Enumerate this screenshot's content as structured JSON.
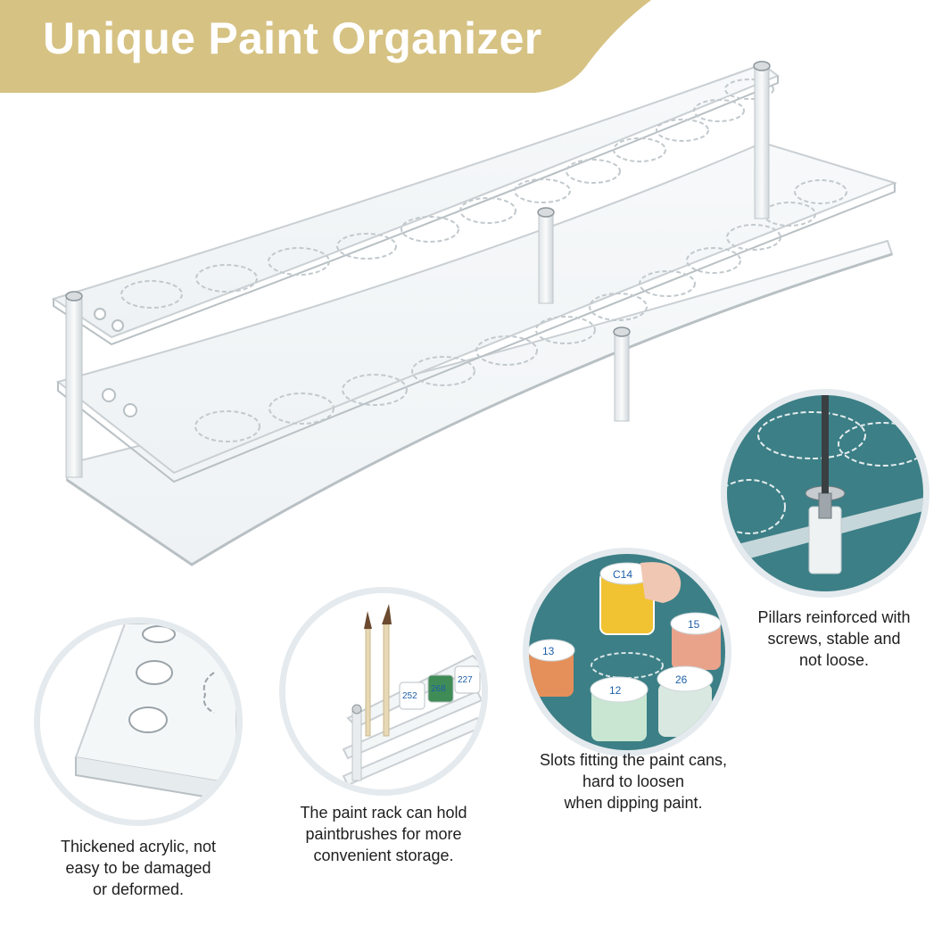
{
  "banner": {
    "title": "Unique Paint Organizer",
    "color": "#d6c283"
  },
  "features": [
    {
      "name": "thickened-acrylic",
      "lines": [
        "Thickened acrylic, not",
        "easy to be damaged",
        "or deformed."
      ]
    },
    {
      "name": "brush-holder",
      "lines": [
        "The paint rack can hold",
        "paintbrushes for more",
        "convenient storage."
      ]
    },
    {
      "name": "paint-slots",
      "lines": [
        "Slots fitting the paint cans,",
        "hard to loosen",
        "when dipping paint."
      ],
      "can_labels": [
        "C14",
        "15",
        "13",
        "12",
        "26"
      ]
    },
    {
      "name": "reinforced-pillars",
      "lines": [
        "Pillars reinforced with",
        "screws, stable and",
        "not loose."
      ]
    }
  ],
  "brush_detail": {
    "cup_labels": [
      "252",
      "268",
      "227"
    ]
  },
  "colors": {
    "acrylic_edge": "#c9cfd3",
    "circle_border": "#e4eaee",
    "teal_background": "#3c7f86"
  }
}
